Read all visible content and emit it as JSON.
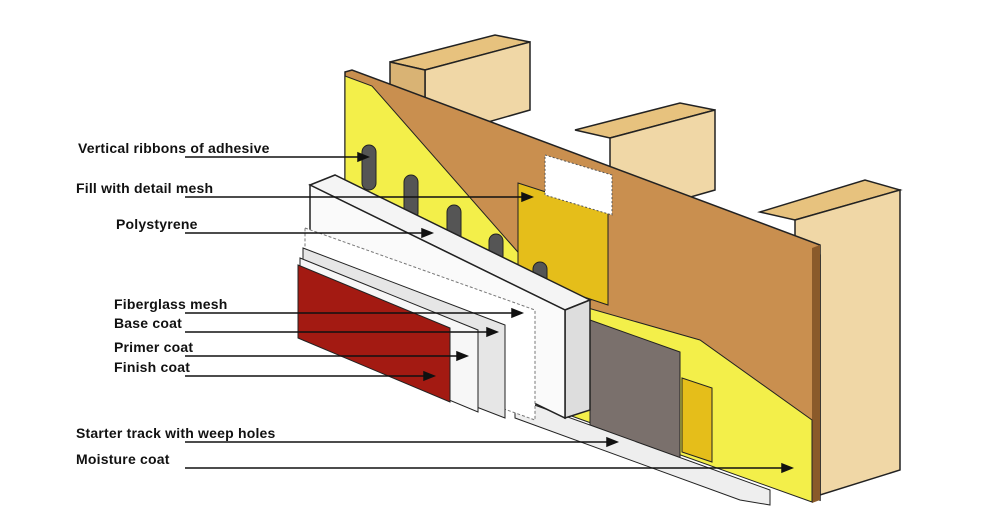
{
  "title": "Exterior insulation finish system layers",
  "labels": {
    "vertical_ribbons": "Vertical ribbons of adhesive",
    "detail_mesh": "Fill with detail mesh",
    "polystyrene": "Polystyrene",
    "fiberglass_mesh": "Fiberglass mesh",
    "base_coat": "Base coat",
    "primer_coat": "Primer coat",
    "finish_coat": "Finish coat",
    "starter_track": "Starter track with weep holes",
    "moisture_coat": "Moisture coat"
  },
  "colors": {
    "wood": "#e9c98c",
    "sheathing": "#c98f4f",
    "moisture": "#f3ef4a",
    "finish": "#a31a12",
    "gray_panel": "#7a706c",
    "detail_yellow": "#e5be1a"
  }
}
